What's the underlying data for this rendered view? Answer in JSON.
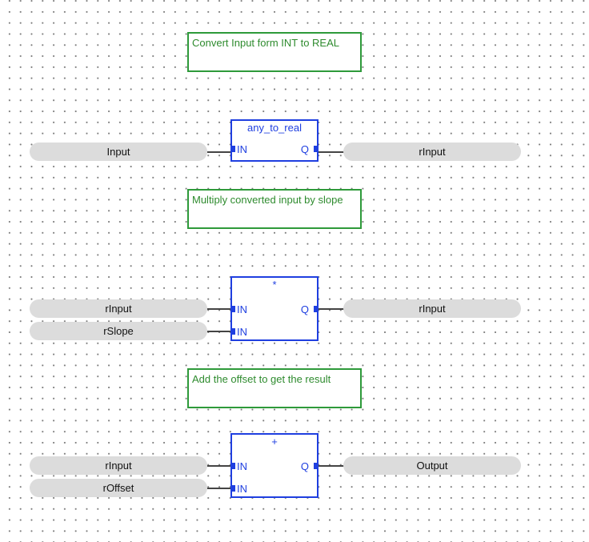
{
  "comments": [
    "Convert Input form INT to REAL",
    "Multiply converted input by slope",
    "Add the offset to get the result"
  ],
  "rungs": [
    {
      "block_name": "any_to_real",
      "inputs": [
        {
          "variable": "Input",
          "pin": "IN"
        }
      ],
      "output": {
        "variable": "rInput",
        "pin": "Q"
      }
    },
    {
      "block_name": "*",
      "inputs": [
        {
          "variable": "rInput",
          "pin": "IN"
        },
        {
          "variable": "rSlope",
          "pin": "IN"
        }
      ],
      "output": {
        "variable": "rInput",
        "pin": "Q"
      }
    },
    {
      "block_name": "+",
      "inputs": [
        {
          "variable": "rInput",
          "pin": "IN"
        },
        {
          "variable": "rOffset",
          "pin": "IN"
        }
      ],
      "output": {
        "variable": "Output",
        "pin": "Q"
      }
    }
  ]
}
